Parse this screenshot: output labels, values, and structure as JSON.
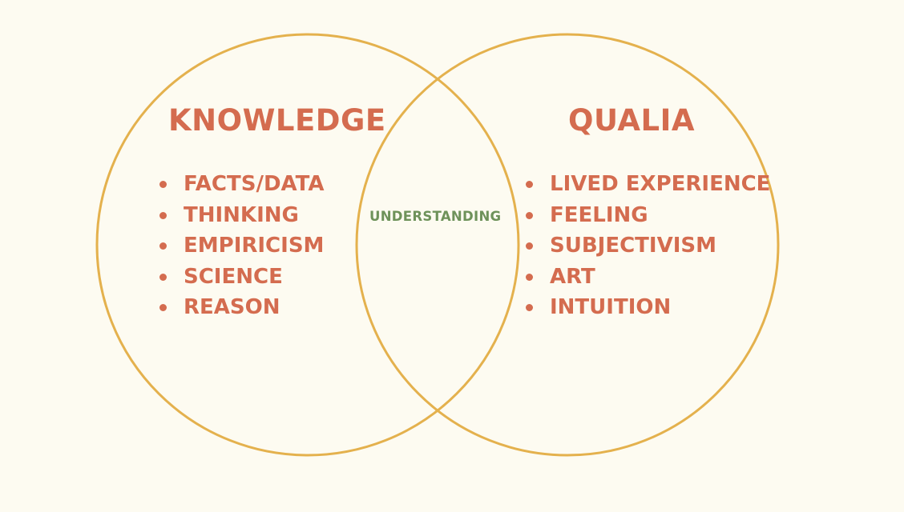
{
  "colors": {
    "background": "#FDFBF1",
    "circle_stroke": "#E4B14D",
    "text_primary": "#D46C4F",
    "text_intersection": "#6E925A"
  },
  "left_set": {
    "title": "KNOWLEDGE",
    "items": [
      "FACTS/DATA",
      "THINKING",
      "EMPIRICISM",
      "SCIENCE",
      "REASON"
    ]
  },
  "right_set": {
    "title": "QUALIA",
    "items": [
      "LIVED EXPERIENCE",
      "FEELING",
      "SUBJECTIVISM",
      "ART",
      "INTUITION"
    ]
  },
  "intersection": {
    "label": "UNDERSTANDING"
  }
}
